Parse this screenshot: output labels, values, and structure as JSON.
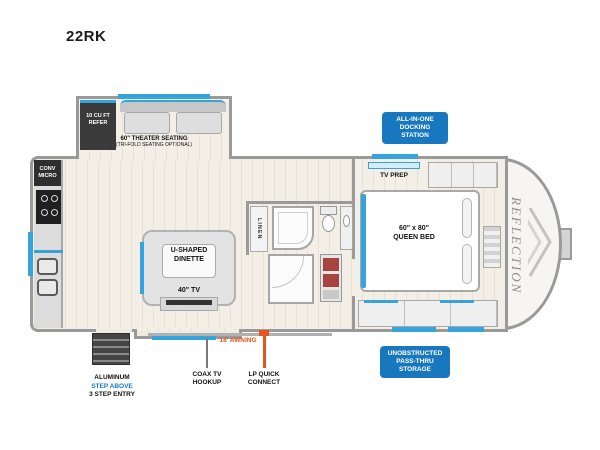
{
  "model": "22RK",
  "brand": "REFLECTION",
  "colors": {
    "badge_blue": "#1878BF",
    "accent_teal": "#35A4DC",
    "awning_red": "#E8541E"
  },
  "slideout": {
    "refer_line1": "10 CU FT",
    "refer_line2": "REFER",
    "theater_line1": "60\" THEATER SEATING",
    "theater_line2": "(TRI-FOLD SEATING OPTIONAL)"
  },
  "kitchen": {
    "micro_line1": "CONV",
    "micro_line2": "MICRO"
  },
  "living": {
    "dinette_line1": "U-SHAPED",
    "dinette_line2": "DINETTE",
    "tv": "40\" TV"
  },
  "bath": {
    "linen": "LINEN"
  },
  "bedroom": {
    "tv_prep": "TV PREP",
    "bed_line1": "60\" x 80\"",
    "bed_line2": "QUEEN BED"
  },
  "badges": {
    "docking": [
      "ALL-IN-ONE",
      "DOCKING",
      "STATION"
    ],
    "passthru": [
      "UNOBSTRUCTED",
      "PASS-THRU",
      "STORAGE"
    ]
  },
  "callouts": {
    "awning": "18' AWNING",
    "entry_line1": "ALUMINUM",
    "entry_line2": "STEP ABOVE",
    "entry_line3": "3 STEP ENTRY",
    "coax_line1": "COAX TV",
    "coax_line2": "HOOKUP",
    "lp_line1": "LP QUICK",
    "lp_line2": "CONNECT"
  }
}
